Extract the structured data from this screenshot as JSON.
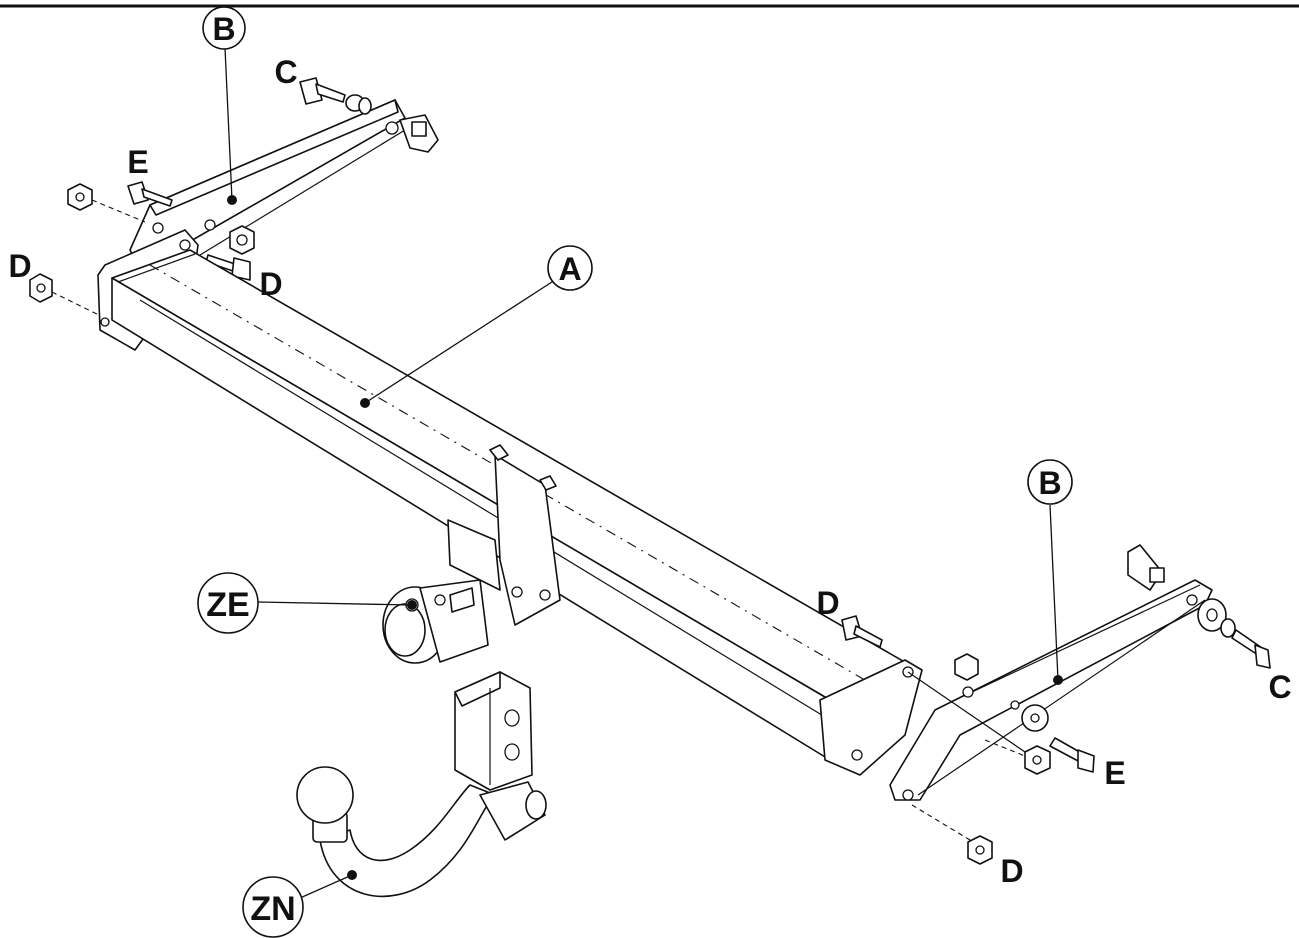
{
  "diagram": {
    "callouts": {
      "a": "A",
      "b_left": "B",
      "b_right": "B",
      "ze": "ZE",
      "zn": "ZN"
    },
    "labels": {
      "c_left": "C",
      "c_right": "C",
      "e_left": "E",
      "e_right": "E",
      "d_far_left": "D",
      "d_left": "D",
      "d_right_top": "D",
      "d_right_bottom": "D"
    },
    "colors": {
      "line": "#111111",
      "background": "#ffffff"
    }
  }
}
